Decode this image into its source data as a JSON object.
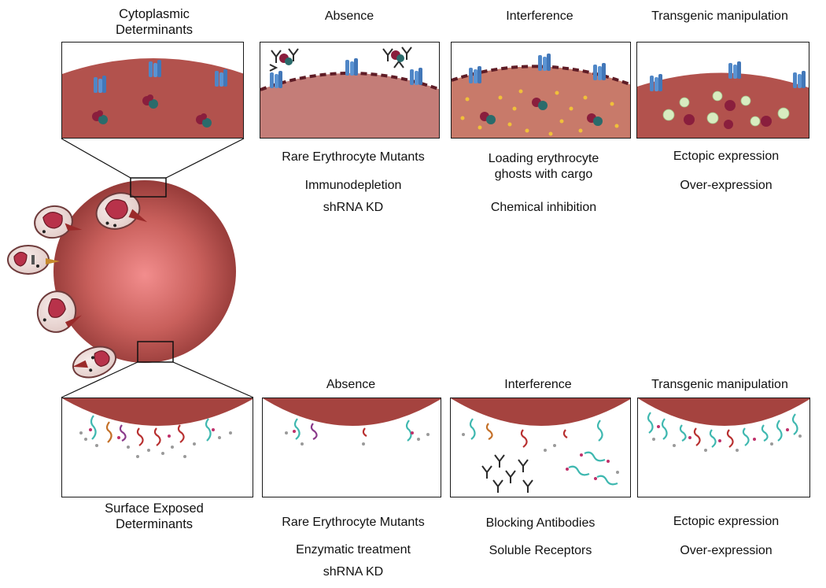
{
  "top": {
    "headings": {
      "cytoplasmic": [
        "Cytoplasmic",
        "Determinants"
      ],
      "absence": "Absence",
      "interference": "Interference",
      "transgenic": "Transgenic manipulation"
    },
    "methods": {
      "absence": [
        "Rare Erythrocyte Mutants",
        "Immunodepletion",
        "shRNA KD"
      ],
      "interference": [
        "Loading erythrocyte",
        "ghosts with cargo",
        "Chemical inhibition"
      ],
      "transgenic": [
        "Ectopic expression",
        "Over-expression"
      ]
    }
  },
  "bottom": {
    "headings": {
      "absence": "Absence",
      "interference": "Interference",
      "transgenic": "Transgenic manipulation"
    },
    "surface": [
      "Surface Exposed",
      "Determinants"
    ],
    "methods": {
      "absence": [
        "Rare Erythrocyte Mutants",
        "Enzymatic treatment",
        "shRNA KD"
      ],
      "interference": [
        "Blocking Antibodies",
        "Soluble Receptors"
      ],
      "transgenic": [
        "Ectopic expression",
        "Over-expression"
      ]
    }
  },
  "colors": {
    "erythrocyte": "#a5433f",
    "cytoplasm": "#b2524d",
    "membrane_dashed": "#5e1c26",
    "receptor": "#4f86c6",
    "complex_red": "#8a1e3d",
    "complex_teal": "#2a6b6b",
    "cargo": "#f0c03a",
    "ectopic": "#d8ecc0",
    "glycan_teal": "#3fb8b0",
    "glycan_red": "#b83030",
    "antibody": "#2b2b2b"
  },
  "icons": [
    "erythrocyte",
    "merozoite",
    "membrane-receptor",
    "protein-complex",
    "cargo-particle",
    "antibody",
    "glycan-chain"
  ]
}
